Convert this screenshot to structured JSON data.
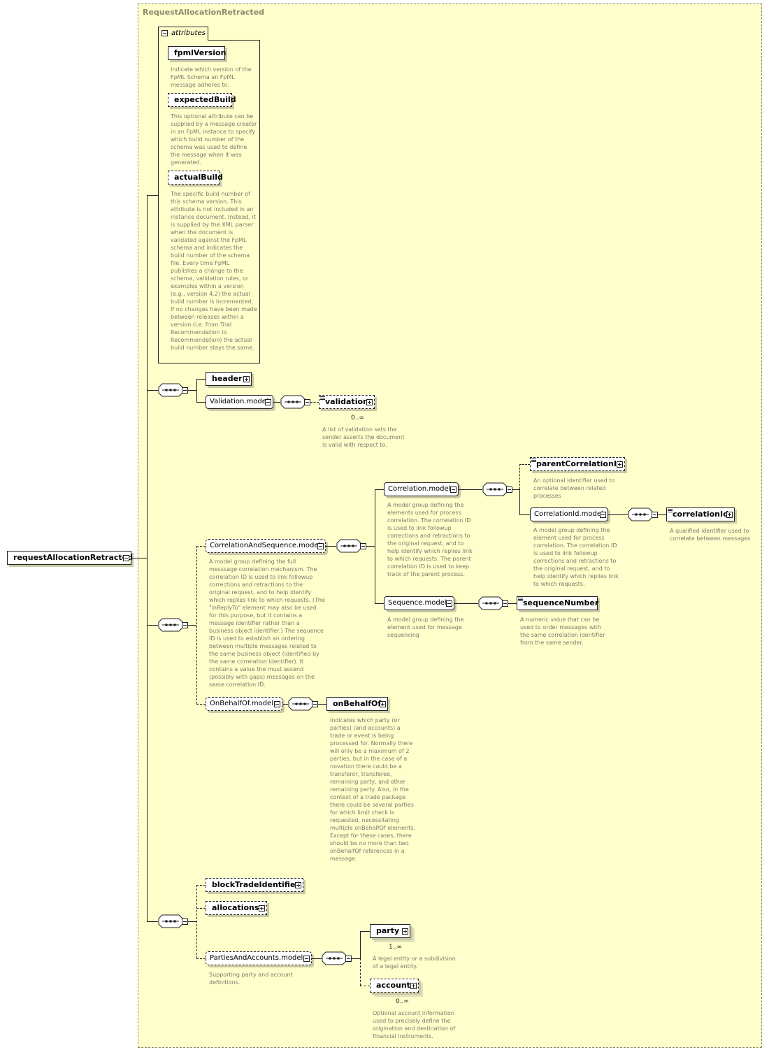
{
  "type_name": "RequestAllocationRetracted",
  "root": {
    "label": "requestAllocationRetracted"
  },
  "attributes": {
    "tab_label": "attributes",
    "items": [
      {
        "name": "fpmlVersion",
        "doc": "Indicate which version of the FpML Schema an FpML message adheres to."
      },
      {
        "name": "expectedBuild",
        "doc": "This optional attribute can be supplied by a message creator in an FpML instance to specify which build number of the schema was used to define the message when it was generated."
      },
      {
        "name": "actualBuild",
        "doc": "The specific build number of this schema version. This attribute is not included in an instance document. Instead, it is supplied by the XML parser when the document is validated against the FpML schema and indicates the build number of the schema file. Every time FpML publishes a change to the schema, validation rules, or examples within a version (e.g., version 4.2) the actual build number is incremented. If no changes have been made between releases within a version (i.e. from Trial Recommendation to Recommendation) the actual build number stays the same."
      }
    ]
  },
  "header": {
    "label": "header"
  },
  "validation_model": {
    "label": "Validation.model"
  },
  "validation": {
    "label": "validation",
    "card": "0..∞",
    "doc": "A list of validation sets the sender asserts the document is valid with respect to."
  },
  "correlation_and_sequence_model": {
    "label": "CorrelationAndSequence.model",
    "doc": "A model group defining the full messsage correlation mechanism. The correlation ID is used to link followup corrections and retractions to the original request, and to help identify which replies link to which requests. (The \"inReplyTo\" element may also be used for this purpose, but it contains a message identifier rather than a business object identifier.) The sequence ID is used to establish an ordering between multiple messages related to the same business object (identified by the same correlation identifier). It contains a value the must ascend (possibly with gaps) messages on the same correlation ID."
  },
  "correlation_model": {
    "label": "Correlation.model",
    "doc": "A model group defining the elements used for process correlation. The correlation ID is used to link followup corrections and retractions to the original request, and to help identify which replies link to which requests. The parent correlation ID is used to keep track of the parent process."
  },
  "parent_correlation_id": {
    "label": "parentCorrelationId",
    "doc": "An optional identifier used to correlate between related processes"
  },
  "correlation_id_model": {
    "label": "CorrelationId.model",
    "doc": "A model group defining the element used for process correlation. The correlation ID is used to link followup corrections and retractions to the original request, and to help identify which replies link to which requests."
  },
  "correlation_id": {
    "label": "correlationId",
    "doc": "A qualified identifier used to correlate between messages"
  },
  "sequence_model": {
    "label": "Sequence.model",
    "doc": "A model group defining the element used for message sequencing"
  },
  "sequence_number": {
    "label": "sequenceNumber",
    "doc": "A numeric value that can be used to order messages with the same correlation identifier from the same sender."
  },
  "on_behalf_of_model": {
    "label": "OnBehalfOf.model"
  },
  "on_behalf_of": {
    "label": "onBehalfOf",
    "doc": "Indicates which party (or parties) (and accounts) a trade or event is being processed for. Normally there will only be a maximum of 2 parties, but in the case of a novation there could be a transferor, transferee, remaining party, and other remaining party. Also, in the context of a trade package there could be several parties for which limit check is requested, necessitating multiple onBehalfOf elements. Except for these cases, there should be no more than two onBehalfOf references in a message."
  },
  "block_trade_identifier": {
    "label": "blockTradeIdentifier"
  },
  "allocations": {
    "label": "allocations"
  },
  "parties_and_accounts_model": {
    "label": "PartiesAndAccounts.model",
    "doc": "Supporting party and account definitions."
  },
  "party": {
    "label": "party",
    "card": "1..∞",
    "doc": "A legal entity or a subdivision of a legal entity."
  },
  "account": {
    "label": "account",
    "card": "0..∞",
    "doc": "Optional account information used to precisely define the origination and destination of financial instruments."
  },
  "colors": {
    "type_background": "#ffffcc",
    "doc_text": "#7a7a6a",
    "border": "#222222"
  }
}
